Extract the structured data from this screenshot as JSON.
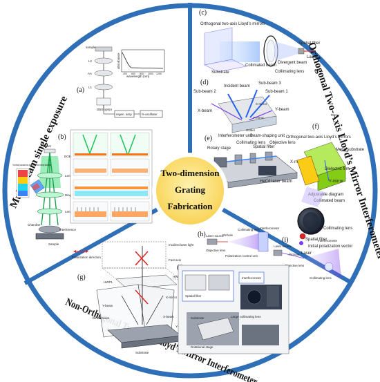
{
  "center": {
    "line1": "Two-dimension",
    "line2": "Grating",
    "line3": "Fabrication"
  },
  "sections": {
    "left": "Multi-beam single exposure",
    "right": "Orthogonal Two-Axis Lloyd’s Mirror Interferometer",
    "bottom": "Non-Orthogonal Two-Axis Lloyd’s Mirror Interferometer"
  },
  "panels": {
    "a": "(a)",
    "b": "(b)",
    "c": "(c)",
    "d": "(d)",
    "e": "(e)",
    "f": "(f)",
    "g": "(g)",
    "h": "(h)",
    "i": "(i)",
    "j": "(j)"
  },
  "panel_a": {
    "labels": [
      "sample",
      "L2",
      "AA",
      "L1",
      "DBS optics",
      "regen. amp",
      "fs-oscillator"
    ],
    "plot": {
      "ylabel": "absorbance",
      "xlabel": "wavelength (nm)",
      "ticks": [
        "400",
        "600",
        "800",
        "1000",
        "1200"
      ]
    }
  },
  "panel_b": {
    "labels": [
      "Laser",
      "DOE",
      "Lens",
      "Diaphragm",
      "Lens",
      "Chamber",
      "Interference",
      "Sample",
      "Theoretically calculated four-beam interference intensity distribution"
    ]
  },
  "panel_c": {
    "labels": [
      "Orthogonal two-axis Lloyd’s mirrors",
      "Spatial filter",
      "Laser",
      "Divergent beam",
      "Substrate",
      "Collimated beam",
      "Collimating lens"
    ]
  },
  "panel_d": {
    "labels": [
      "Incident beam",
      "Sub-beam 3",
      "Sub-beam 2",
      "Sub-beam 1",
      "X-beam",
      "Y-beam",
      "X-mirror",
      "Y-mirror",
      "Holder"
    ]
  },
  "panel_e": {
    "labels": [
      "Interferometer unit",
      "Beam-shaping unit",
      "Rotary stage",
      "Collimating lens",
      "Spatial filter",
      "Objective lens",
      "HeCd laser beam",
      "X-mirror"
    ]
  },
  "panel_f": {
    "labels": [
      "Orthogonal two-axis Lloyd’s mirrors",
      "Metal substrate",
      "Dielectric film",
      "Y-mirror",
      "Adjustable diagram",
      "Collimated beam",
      "Collimating lens",
      "Spatial filter",
      "Initial polarization vector",
      "Laser"
    ]
  },
  "panel_g": {
    "labels": [
      "Polarization direction",
      "Incident laser light",
      "Fast axis",
      "HWP1",
      "HWP2",
      "X-mirror",
      "Y-beam",
      "Direct beam",
      "X-beam",
      "Substrate",
      "Y-mirror"
    ]
  },
  "panel_h": {
    "labels": [
      "Laser source",
      "Pinhole",
      "Collimating lens",
      "Interferometer",
      "Objective lens",
      "Polarization control unit"
    ]
  },
  "panel_i": {
    "labels": [
      "Laser source",
      "Pinhole",
      "Objective lens",
      "Collimating lens",
      "Interferometer"
    ]
  },
  "panel_j": {
    "labels": [
      "Spatial filter",
      "Interferometer",
      "Large collimating lens",
      "Substrate",
      "Rotational stage"
    ]
  },
  "colors": {
    "ring": "#2e6fb7",
    "background": "#ffffff",
    "center_fill": "#fde07a",
    "center_fill_edge": "#f4c842",
    "beam": "#22c55e",
    "blue_beam": "#3b82f6",
    "red": "#dc2626",
    "purple": "#7c3aed"
  }
}
